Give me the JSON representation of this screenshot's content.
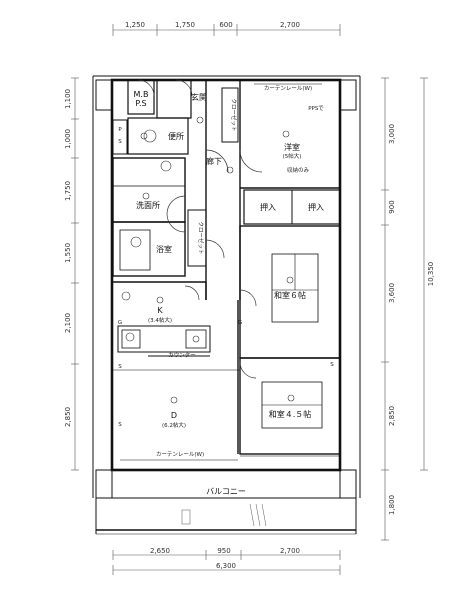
{
  "dimensions": {
    "top": [
      "1,250",
      "1,750",
      "600",
      "2,700"
    ],
    "left": [
      "1,100",
      "1,000",
      "1,750",
      "1,550",
      "2,100",
      "2,850"
    ],
    "right": [
      "3,000",
      "900",
      "3,600",
      "10,350",
      "2,850",
      "1,800"
    ],
    "bottom": [
      "2,650",
      "950",
      "2,700"
    ],
    "bottom_total": "6,300"
  },
  "rooms": {
    "mbps": "M.B",
    "mbps2": "P.S",
    "ps": "P",
    "ps2": "S",
    "entrance": "玄関",
    "toilet": "便所",
    "hall": "廊下",
    "western": "洋室",
    "western_size": "(5帖大)",
    "washroom": "洗面所",
    "bath": "浴室",
    "oshiire1": "押入",
    "oshiire2": "押入",
    "kitchen": "K",
    "kitchen_size": "(3.4帖大)",
    "counter": "カウンター",
    "washitsu6": "和室６帖",
    "washitsu45": "和室４.５帖",
    "dining": "D",
    "dining_size": "(6.2帖大)",
    "balcony": "バルコニー"
  },
  "annotations": {
    "curtain_top": "カーテンレール(W)",
    "curtain_bottom": "カーテンレール(W)",
    "closet1": "クローゼット",
    "closet2": "クローゼット",
    "pipe_space": "PPSで",
    "kakaku": "収納のみ",
    "g1": "G",
    "g2": "G",
    "s1": "S",
    "s2": "S",
    "s3": "S"
  }
}
